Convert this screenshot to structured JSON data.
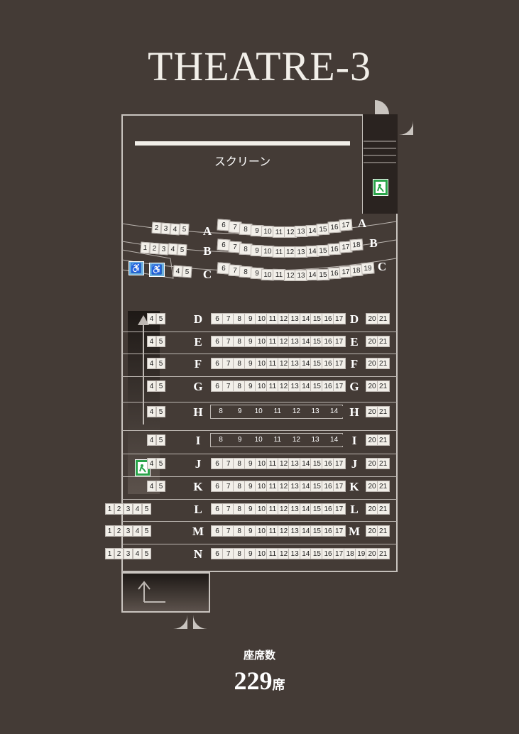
{
  "title": "THEATRE-3",
  "screen_label": "スクリーン",
  "seat_count_label": "座席数",
  "seat_count_value": "229",
  "seat_count_unit": "席",
  "rows": {
    "A": {
      "left": [
        "2",
        "3",
        "4",
        "5"
      ],
      "center": [
        "6",
        "7",
        "8",
        "9",
        "10",
        "11",
        "12",
        "13",
        "14",
        "15",
        "16",
        "17"
      ],
      "right": []
    },
    "B": {
      "left": [
        "1",
        "2",
        "3",
        "4",
        "5"
      ],
      "center": [
        "6",
        "7",
        "8",
        "9",
        "10",
        "11",
        "12",
        "13",
        "14",
        "15",
        "16",
        "17",
        "18"
      ],
      "right": []
    },
    "C": {
      "left": [
        "4",
        "5"
      ],
      "center": [
        "6",
        "7",
        "8",
        "9",
        "10",
        "11",
        "12",
        "13",
        "14",
        "15",
        "16",
        "17",
        "18",
        "19"
      ],
      "right": []
    },
    "D": {
      "left": [
        "4",
        "5"
      ],
      "center": [
        "6",
        "7",
        "8",
        "9",
        "10",
        "11",
        "12",
        "13",
        "14",
        "15",
        "16",
        "17"
      ],
      "right": [
        "20",
        "21"
      ]
    },
    "E": {
      "left": [
        "4",
        "5"
      ],
      "center": [
        "6",
        "7",
        "8",
        "9",
        "10",
        "11",
        "12",
        "13",
        "14",
        "15",
        "16",
        "17"
      ],
      "right": [
        "20",
        "21"
      ]
    },
    "F": {
      "left": [
        "4",
        "5"
      ],
      "center": [
        "6",
        "7",
        "8",
        "9",
        "10",
        "11",
        "12",
        "13",
        "14",
        "15",
        "16",
        "17"
      ],
      "right": [
        "20",
        "21"
      ]
    },
    "G": {
      "left": [
        "4",
        "5"
      ],
      "center": [
        "6",
        "7",
        "8",
        "9",
        "10",
        "11",
        "12",
        "13",
        "14",
        "15",
        "16",
        "17"
      ],
      "right": [
        "20",
        "21"
      ]
    },
    "H": {
      "left": [
        "4",
        "5"
      ],
      "center": [
        "8",
        "9",
        "10",
        "11",
        "12",
        "13",
        "14"
      ],
      "right": [
        "20",
        "21"
      ]
    },
    "I": {
      "left": [
        "4",
        "5"
      ],
      "center": [
        "8",
        "9",
        "10",
        "11",
        "12",
        "13",
        "14"
      ],
      "right": [
        "20",
        "21"
      ]
    },
    "J": {
      "left": [
        "4",
        "5"
      ],
      "center": [
        "6",
        "7",
        "8",
        "9",
        "10",
        "11",
        "12",
        "13",
        "14",
        "15",
        "16",
        "17"
      ],
      "right": [
        "20",
        "21"
      ]
    },
    "K": {
      "left": [
        "4",
        "5"
      ],
      "center": [
        "6",
        "7",
        "8",
        "9",
        "10",
        "11",
        "12",
        "13",
        "14",
        "15",
        "16",
        "17"
      ],
      "right": [
        "20",
        "21"
      ]
    },
    "L": {
      "left": [
        "1",
        "2",
        "3",
        "4",
        "5"
      ],
      "center": [
        "6",
        "7",
        "8",
        "9",
        "10",
        "11",
        "12",
        "13",
        "14",
        "15",
        "16",
        "17"
      ],
      "right": [
        "20",
        "21"
      ]
    },
    "M": {
      "left": [
        "1",
        "2",
        "3",
        "4",
        "5"
      ],
      "center": [
        "6",
        "7",
        "8",
        "9",
        "10",
        "11",
        "12",
        "13",
        "14",
        "15",
        "16",
        "17"
      ],
      "right": [
        "20",
        "21"
      ]
    },
    "N": {
      "left": [
        "1",
        "2",
        "3",
        "4",
        "5"
      ],
      "center": [
        "6",
        "7",
        "8",
        "9",
        "10",
        "11",
        "12",
        "13",
        "14",
        "15",
        "16",
        "17",
        "18",
        "19"
      ],
      "right": [
        "20",
        "21"
      ]
    }
  },
  "wheelchair_spaces": [
    "2",
    "3"
  ],
  "icons": {
    "exit": "emergency-exit-icon",
    "wheelchair": "wheelchair-icon",
    "arrow": "direction-arrow-icon"
  },
  "colors": {
    "background": "#443b36",
    "seat": "#f2efe9",
    "exit_sign": "#2aa44a",
    "wheelchair": "#6fb3e0"
  }
}
